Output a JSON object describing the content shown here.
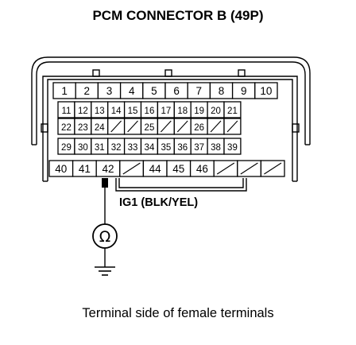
{
  "title": "PCM CONNECTOR B (49P)",
  "caption": "Terminal side of female terminals",
  "wire_label": "IG1 (BLK/YEL)",
  "meter_symbol": "Ω",
  "meter_icon": "ohmmeter-icon",
  "ground_icon": "ground-icon",
  "highlight_terminal": "42",
  "rows": [
    [
      "1",
      "2",
      "3",
      "4",
      "5",
      "6",
      "7",
      "8",
      "9",
      "10"
    ],
    [
      "11",
      "12",
      "13",
      "14",
      "15",
      "16",
      "17",
      "18",
      "19",
      "20",
      "21"
    ],
    [
      "22",
      "23",
      "24",
      "",
      "",
      "25",
      "",
      "",
      "26",
      "",
      ""
    ],
    [
      "29",
      "30",
      "31",
      "32",
      "33",
      "34",
      "35",
      "36",
      "37",
      "38",
      "39"
    ],
    [
      "40",
      "41",
      "42",
      "",
      "44",
      "45",
      "46",
      "",
      "",
      ""
    ]
  ]
}
